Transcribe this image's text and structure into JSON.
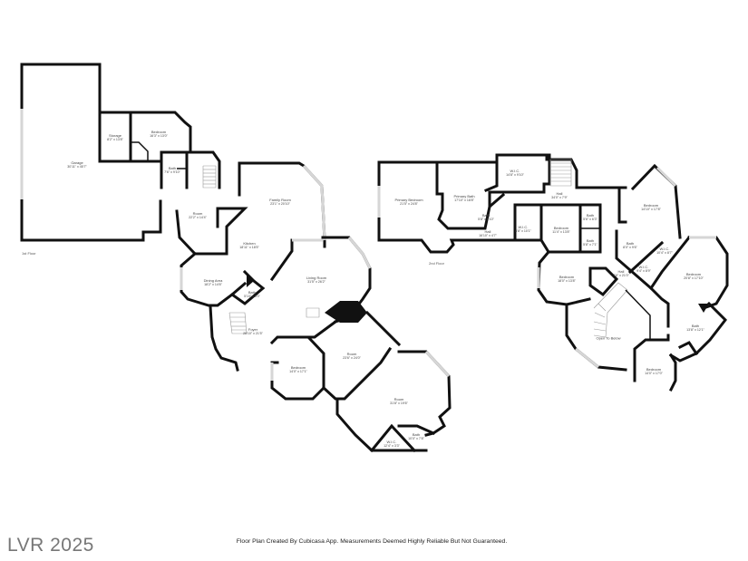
{
  "floors": [
    {
      "label": "1st Floor",
      "rooms": [
        {
          "name": "Garage",
          "dims": "30'11\" x 45'7\""
        },
        {
          "name": "Storage",
          "dims": "8'2\" x 13'8\""
        },
        {
          "name": "Bedroom",
          "dims": "16'3\" x 13'0\""
        },
        {
          "name": "Bath",
          "dims": "7'6\" x 9'10\""
        },
        {
          "name": "Room",
          "dims": "22'2\" x 14'4\""
        },
        {
          "name": "Family Room",
          "dims": "23'1\" x 20'10\""
        },
        {
          "name": "Kitchen",
          "dims": "18'11\" x 18'5\""
        },
        {
          "name": "Dining Area",
          "dims": "18'2\" x 14'6\""
        },
        {
          "name": "Bath",
          "dims": "5'10\" x 6'0\""
        },
        {
          "name": "Living Room",
          "dims": "31'5\" x 26'2\""
        },
        {
          "name": "Foyer",
          "dims": "26'10\" x 21'5\""
        },
        {
          "name": "Bedroom",
          "dims": "14'0\" x 17'1\""
        },
        {
          "name": "Room",
          "dims": "23'6\" x 24'0\""
        },
        {
          "name": "Room",
          "dims": "31'8\" x 19'6\""
        },
        {
          "name": "Bath",
          "dims": "10'0\" x 7'8\""
        },
        {
          "name": "W.I.C.",
          "dims": "12'4\" x 3'3\""
        }
      ]
    },
    {
      "label": "2nd Floor",
      "rooms": [
        {
          "name": "Primary Bedroom",
          "dims": "21'5\" x 24'8\""
        },
        {
          "name": "Primary Bath",
          "dims": "17'10\" x 18'8\""
        },
        {
          "name": "W.I.C.",
          "dims": "14'8\" x 9'10\""
        },
        {
          "name": "Bath",
          "dims": "5'8\" x 5'10\""
        },
        {
          "name": "Hall",
          "dims": "16'10\" x 4'7\""
        },
        {
          "name": "Hall",
          "dims": "34'0\" x 7'9\""
        },
        {
          "name": "W.I.C.",
          "dims": "8'8\" x 10'1\""
        },
        {
          "name": "Bedroom",
          "dims": "11'4\" x 13'8\""
        },
        {
          "name": "Bath",
          "dims": "5'6\" x 6'3\""
        },
        {
          "name": "Bath",
          "dims": "5'8\" x 7'1\""
        },
        {
          "name": "Bedroom",
          "dims": "14'10\" x 17'8\""
        },
        {
          "name": "Bath",
          "dims": "8'0\" x 9'6\""
        },
        {
          "name": "W.I.C.",
          "dims": "10'4\" x 8'7\""
        },
        {
          "name": "W.I.C.",
          "dims": "9'4\" x 8'9\""
        },
        {
          "name": "Bedroom",
          "dims": "20'8\" x 17'10\""
        },
        {
          "name": "Bedroom",
          "dims": "18'0\" x 13'8\""
        },
        {
          "name": "Hall",
          "dims": "7'6\" x 21'0\""
        },
        {
          "name": "Open To Below",
          "dims": ""
        },
        {
          "name": "Bath",
          "dims": "13'8\" x 12'1\""
        },
        {
          "name": "Bedroom",
          "dims": "14'0\" x 17'0\""
        }
      ]
    }
  ],
  "watermark": "LVR 2025",
  "disclaimer": "Floor Plan Created By Cubicasa App. Measurements Deemed Highly Reliable But Not Guaranteed."
}
